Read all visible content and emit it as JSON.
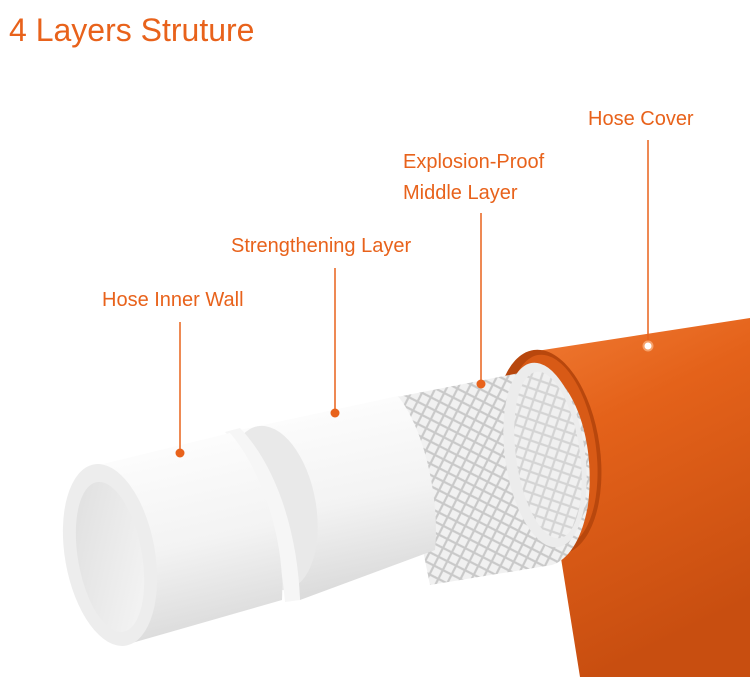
{
  "title": "4 Layers Struture",
  "labels": {
    "inner_wall": "Hose Inner Wall",
    "strengthening": "Strengthening Layer",
    "explosion_line1": "Explosion-Proof",
    "explosion_line2": "Middle Layer",
    "cover": "Hose Cover"
  },
  "colors": {
    "accent": "#e8621b",
    "cover": "#e4621a",
    "inner": "#f4f4f4",
    "mesh": "#d9d9d9"
  }
}
